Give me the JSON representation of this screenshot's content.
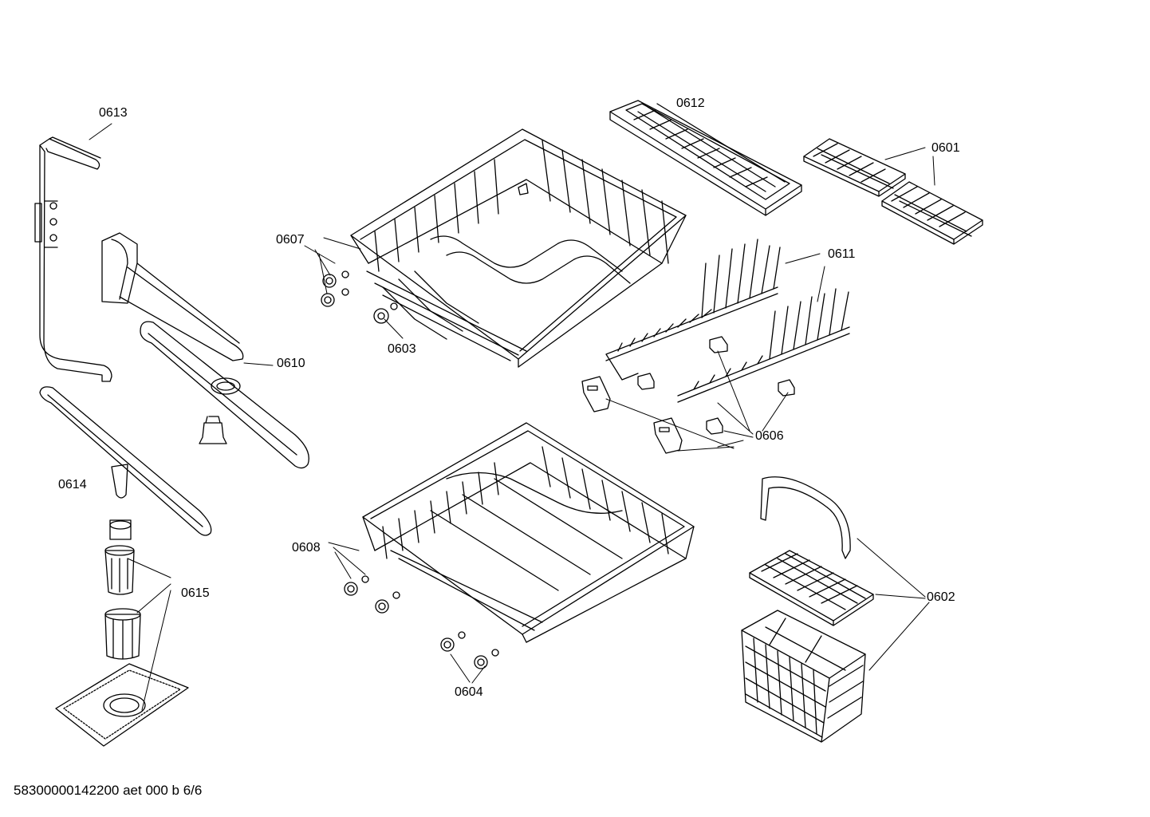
{
  "diagram": {
    "callouts": {
      "c0601": "0601",
      "c0602": "0602",
      "c0603": "0603",
      "c0604": "0604",
      "c0606": "0606",
      "c0607": "0607",
      "c0608": "0608",
      "c0610": "0610",
      "c0611": "0611",
      "c0612": "0612",
      "c0613": "0613",
      "c0614": "0614",
      "c0615": "0615"
    },
    "footer_code": "58300000142200 aet 000 b 6/6"
  }
}
